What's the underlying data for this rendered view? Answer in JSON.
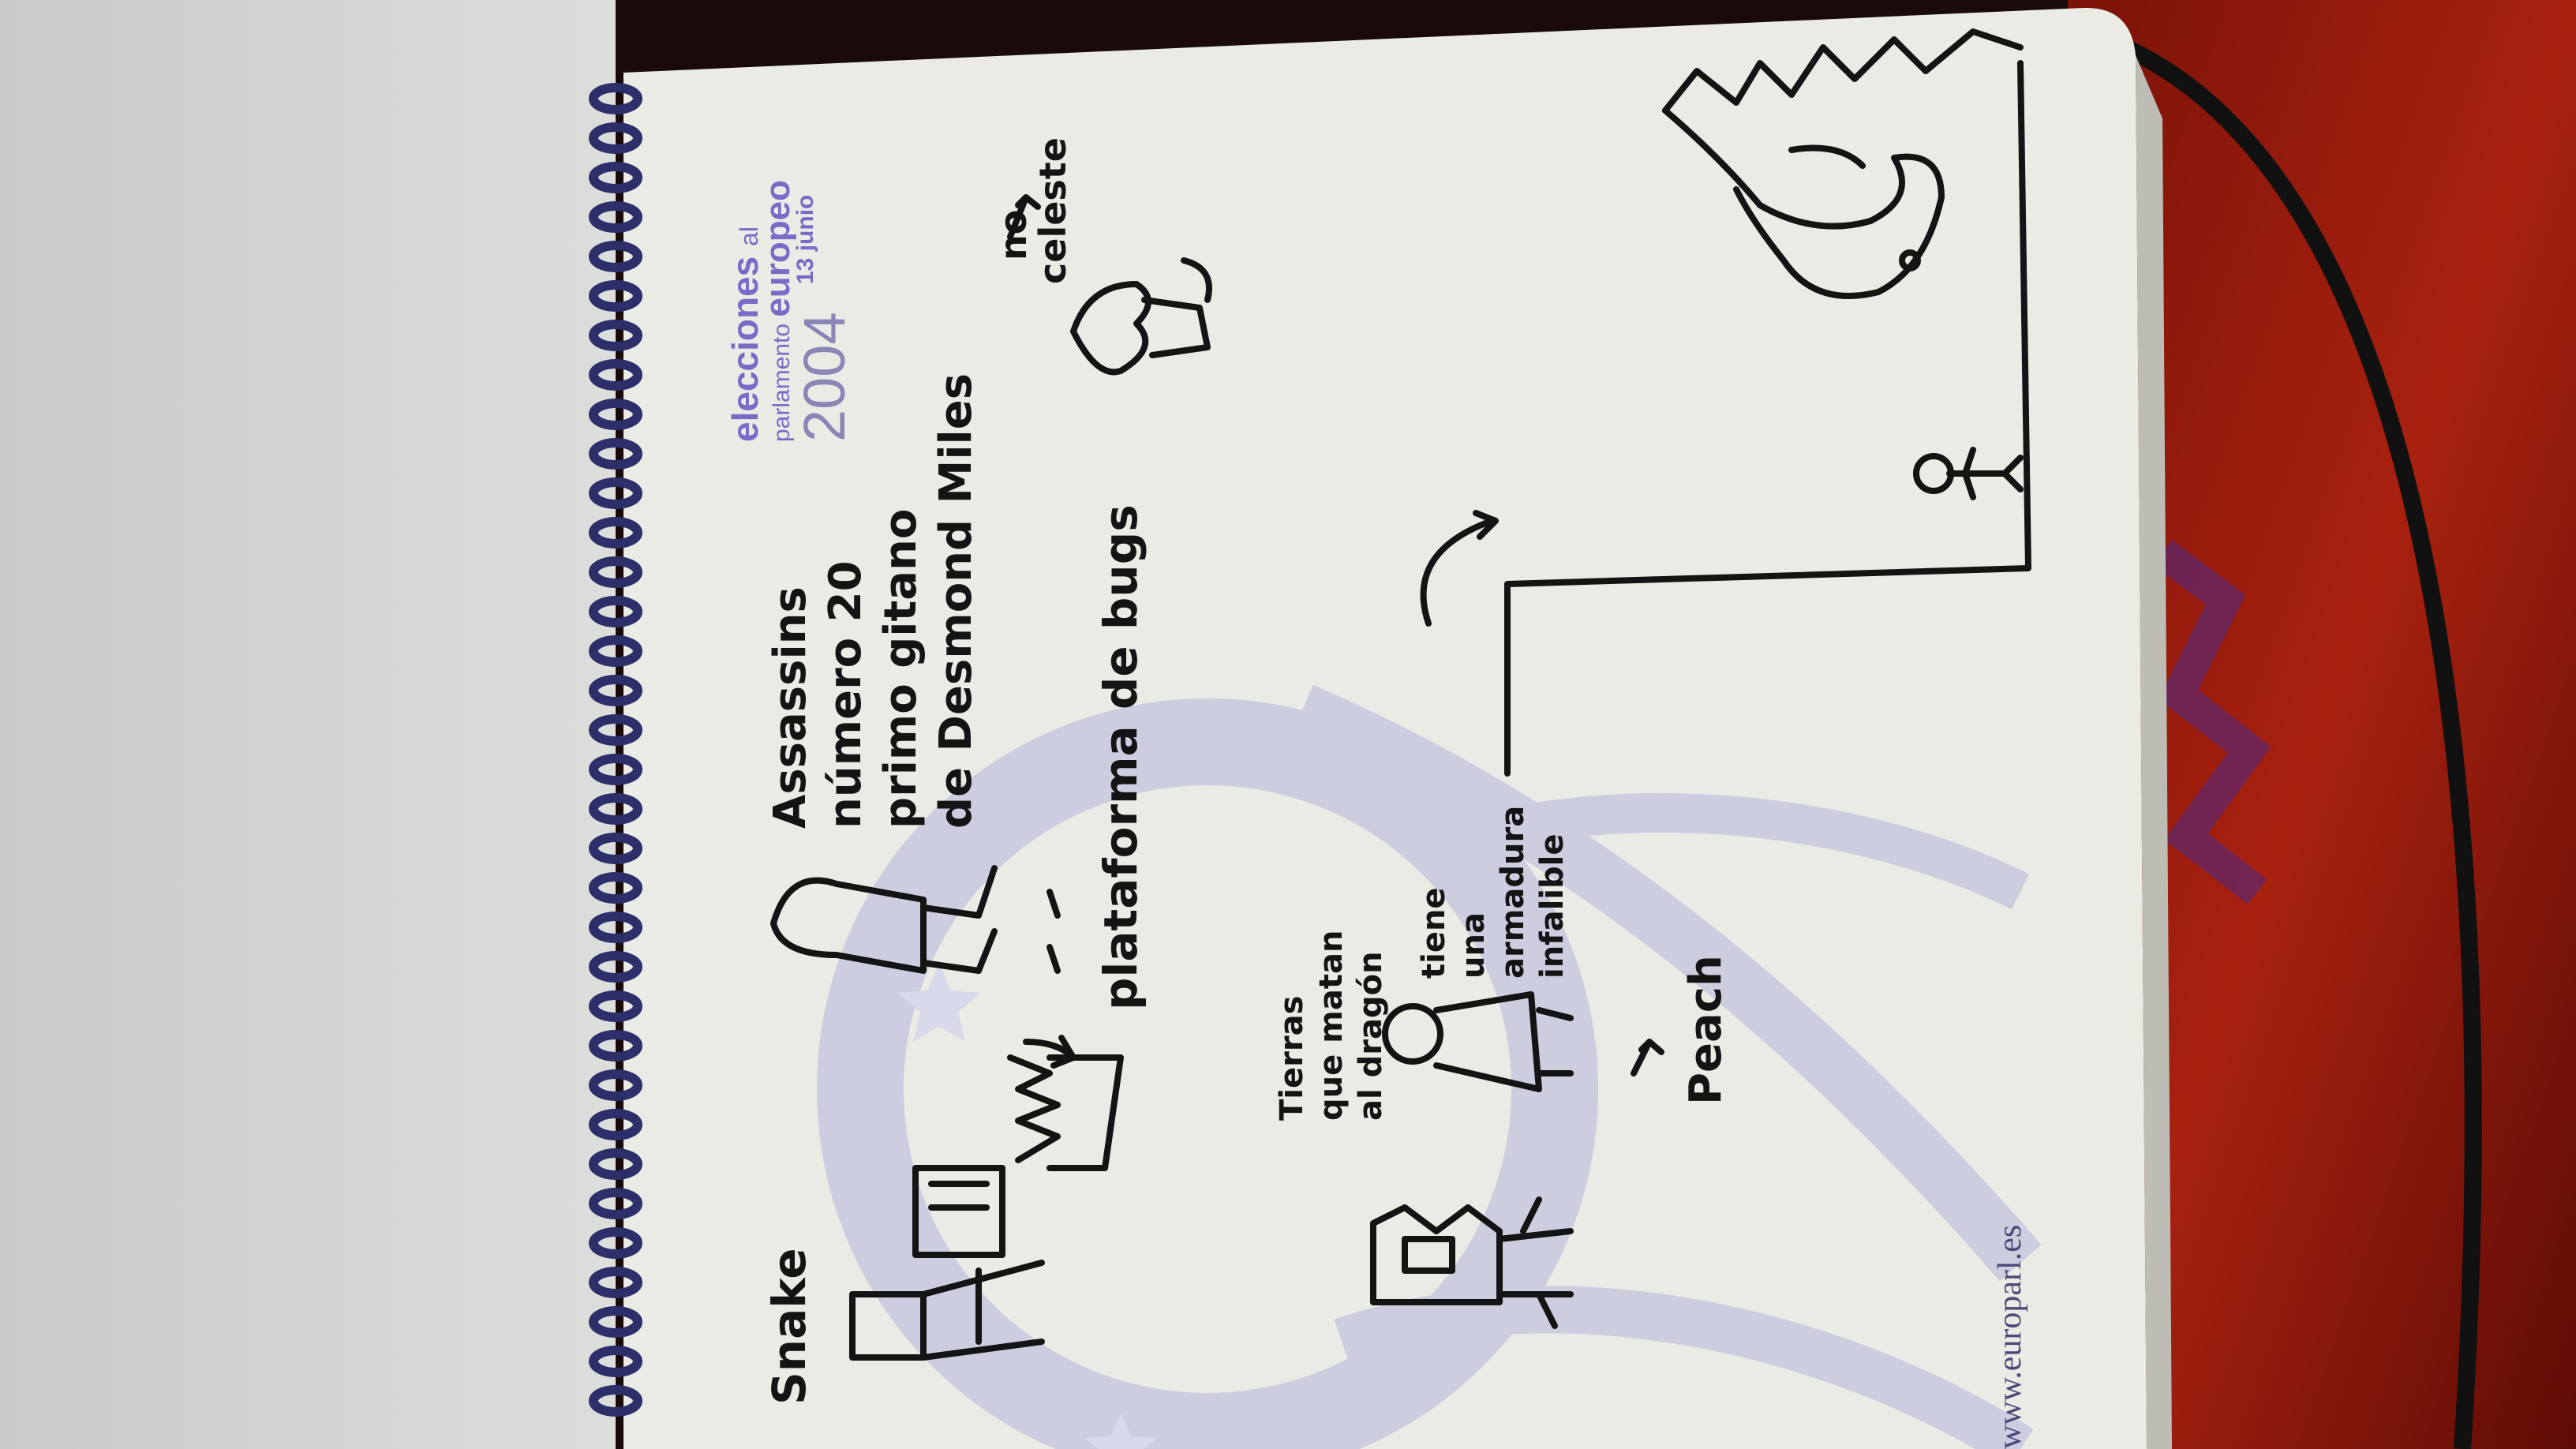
{
  "printed_header": {
    "line1": "elecciones",
    "line1_suffix": "al",
    "line2": "parlamento",
    "line2_bold": "europeo",
    "year": "2004",
    "date": "13 junio"
  },
  "footer_url": "www.europarl.es",
  "notes": {
    "snake": "Snake",
    "assassins": [
      "Assassins",
      "número 20",
      "primo gitano",
      "de Desmond Miles"
    ],
    "platform": "plataforma de bugs",
    "no_celeste": [
      "no",
      "celeste"
    ],
    "peach_caption": [
      "tiene",
      "una",
      "armadura",
      "infalible"
    ],
    "tierras": [
      "Tierras",
      "que matan",
      "al dragón"
    ],
    "peach": "Peach"
  },
  "colors": {
    "notebook_page": "#e9ebe4",
    "left_page": "#d7d9d6",
    "spiral": "#2c2f6a",
    "background_fabric": "#9a1c10",
    "watermark": "#c7c8df",
    "ink": "#141414",
    "printed_purple": "#7a6bc8"
  }
}
